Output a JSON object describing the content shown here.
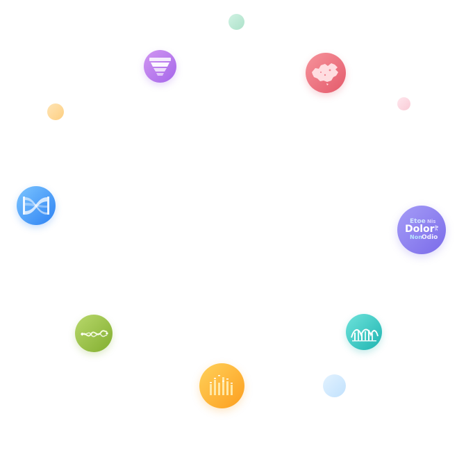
{
  "colors": {
    "background": "#ffffff",
    "purple": "#a566ea",
    "red": "#e45a6b",
    "blue": "#2d82f3",
    "violet": "#7a6be9",
    "green": "#82ae2f",
    "teal": "#1fb4b1",
    "orange": "#fc9e1f"
  },
  "icons": [
    {
      "name": "funnel-chart-icon",
      "color": "#a566ea"
    },
    {
      "name": "china-map-icon",
      "color": "#e45a6b"
    },
    {
      "name": "sankey-chart-icon",
      "color": "#2d82f3"
    },
    {
      "name": "word-cloud-icon",
      "color": "#7a6be9"
    },
    {
      "name": "parallel-lines-chart-icon",
      "color": "#82ae2f"
    },
    {
      "name": "candlestick-chart-icon",
      "color": "#1fb4b1"
    },
    {
      "name": "bar-chart-icon",
      "color": "#fc9e1f"
    }
  ],
  "word_cloud": {
    "words": [
      "Etoe",
      "Nis",
      "Dolor",
      "Ac",
      "Non",
      "Odio"
    ]
  }
}
